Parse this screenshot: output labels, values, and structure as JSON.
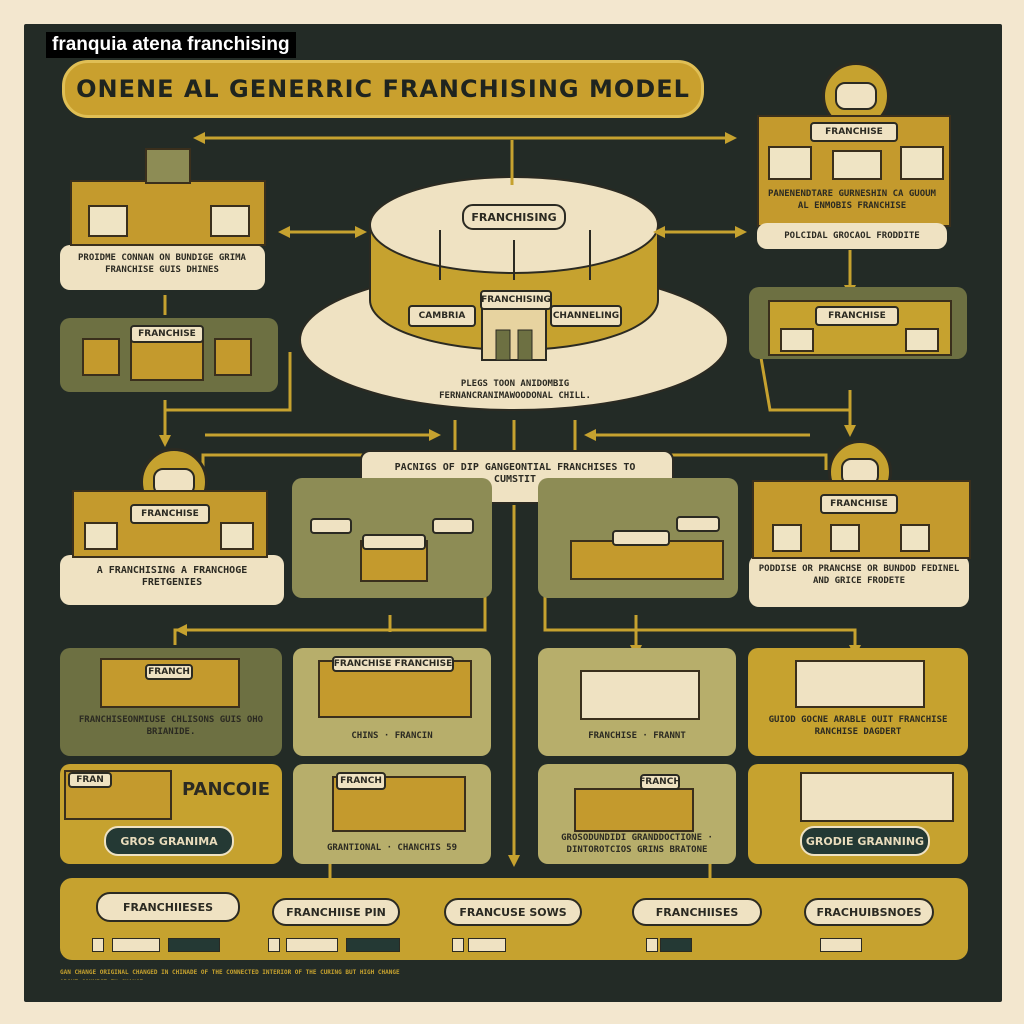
{
  "watermark": "franquia atena franchising",
  "title": "ONENE AL GENERRIC FRANCHISING MODEL",
  "center_hub": {
    "top_sign": "FRANCHISING",
    "front_sign": "FRANCHISING",
    "left_sign": "CAMBRIA",
    "right_sign": "CHANNELING",
    "caption": "PLEGS TOON ANIDOMBIG FERNANCRANIMAWOODONAL CHILL."
  },
  "central_banner": "PACNIGS OF DIP GANGEONTIAL FRANCHISES TO CUMSTIT",
  "top_left_card": {
    "caption": "PROIDME CONNAN ON BUNDIGE GRIMA FRANCHISE GUIS DHINES"
  },
  "top_right_card": {
    "sign": "FRANCHISE",
    "caption1": "PANENENDTARE GURNESHIN CA GUOUM AL ENMOBIS FRANCHISE",
    "caption2": "POLCIDAL GROCAOL FRODDITE"
  },
  "left_mid_card": {
    "sign": "FRANCHISE"
  },
  "right_mid_card": {
    "sign": "FRANCHISE"
  },
  "left_franchise_card": {
    "sign": "FRANCHISE",
    "caption": "A FRANCHISING A FRANCHOGE FRETGENIES"
  },
  "right_franchise_card": {
    "sign": "FRANCHISE",
    "caption": "PODDISE OR PRANCHSE OR BUNDOD FEDINEL AND GRICE FRODETE"
  },
  "grid_row1": [
    {
      "sign": "FRANCH",
      "caption": "FRANCHISEONMIUSE CHLISONS GUIS OHO BRIANIDE."
    },
    {
      "sign": "FRANCHISE FRANCHISE",
      "caption": "CHINS · FRANCIN"
    },
    {
      "sign": "",
      "caption": "FRANCHISE · FRANNT"
    },
    {
      "sign": "",
      "caption": "GUIOD GOCNE ARABLE OUIT FRANCHISE RANCHISE DAGDERT"
    }
  ],
  "grid_row2": [
    {
      "sign": "FRAN",
      "brand": "PANCOIE",
      "pill": "GROS GRANIMA"
    },
    {
      "sign": "FRANCH",
      "caption": "GRANTIONAL · CHANCHIS 59"
    },
    {
      "sign": "FRANCH",
      "caption": "GROSODUNDIDI GRANDDOCTIONE · DINTOROTCIOS GRINS BRATONE"
    },
    {
      "sign": "",
      "pill": "GRODIE GRANNING"
    }
  ],
  "bottom_bar": {
    "labels": [
      "FRANCHIIESES",
      "FRANCHIISE PIN",
      "FRANCUSE SOWS",
      "FRANCHIISES",
      "FRACHUIBSNOES"
    ],
    "footer": "GAN CHANGE ORIGINAL CHANGED IN CHINADE OF THE CONNECTED INTERIOR OF THE CURING BUT HIGH CHANGE ABOUT CONNECT IN CHANGE"
  }
}
